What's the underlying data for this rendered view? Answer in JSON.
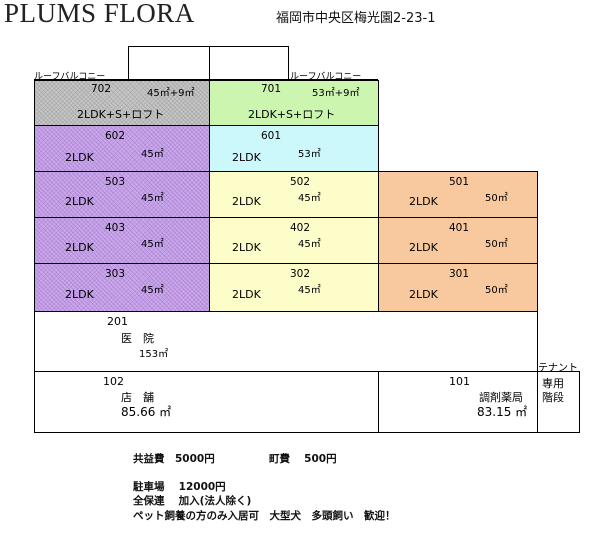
{
  "header": {
    "title": "PLUMS FLORA",
    "address": "福岡市中央区梅光園2-23-1"
  },
  "roof": {
    "left": "ルーフバルコニー",
    "right": "ルーフバルコニー"
  },
  "units": {
    "u702": {
      "number": "702",
      "layout": "2LDK+S+ロフト",
      "area": "45㎡+9㎡"
    },
    "u701": {
      "number": "701",
      "layout": "2LDK+S+ロフト",
      "area": "53㎡+9㎡"
    },
    "u602": {
      "number": "602",
      "layout": "2LDK",
      "area": "45㎡"
    },
    "u601": {
      "number": "601",
      "layout": "2LDK",
      "area": "53㎡"
    },
    "u503": {
      "number": "503",
      "layout": "2LDK",
      "area": "45㎡"
    },
    "u502": {
      "number": "502",
      "layout": "2LDK",
      "area": "45㎡"
    },
    "u501": {
      "number": "501",
      "layout": "2LDK",
      "area": "50㎡"
    },
    "u403": {
      "number": "403",
      "layout": "2LDK",
      "area": "45㎡"
    },
    "u402": {
      "number": "402",
      "layout": "2LDK",
      "area": "45㎡"
    },
    "u401": {
      "number": "401",
      "layout": "2LDK",
      "area": "50㎡"
    },
    "u303": {
      "number": "303",
      "layout": "2LDK",
      "area": "45㎡"
    },
    "u302": {
      "number": "302",
      "layout": "2LDK",
      "area": "45㎡"
    },
    "u301": {
      "number": "301",
      "layout": "2LDK",
      "area": "50㎡"
    }
  },
  "stores": {
    "s201": {
      "number": "201",
      "name": "医　院",
      "area": "153㎡"
    },
    "s102": {
      "number": "102",
      "name": "店　舗",
      "area": "85.66 ㎡"
    },
    "s101": {
      "number": "101",
      "name": "調剤薬局",
      "area": "83.15 ㎡"
    },
    "tenant_label": "テナント",
    "stairs_line1": "専用",
    "stairs_line2": "階段"
  },
  "notes": {
    "common_fee": "共益費　5000円",
    "town_fee": "町費　 500円",
    "parking": "駐車場　 12000円",
    "guarantor": "全保連　 加入(法人除く)",
    "pets": "ペット飼養の方のみ入居可　大型犬　多頭飼い　歓迎！"
  },
  "colors": {
    "gray": "#c6c6c6",
    "green": "#ccf5b0",
    "purple": "#cba8ec",
    "cyan": "#ccf8fb",
    "yellow": "#fdfdc9",
    "orange": "#f8c89e"
  }
}
